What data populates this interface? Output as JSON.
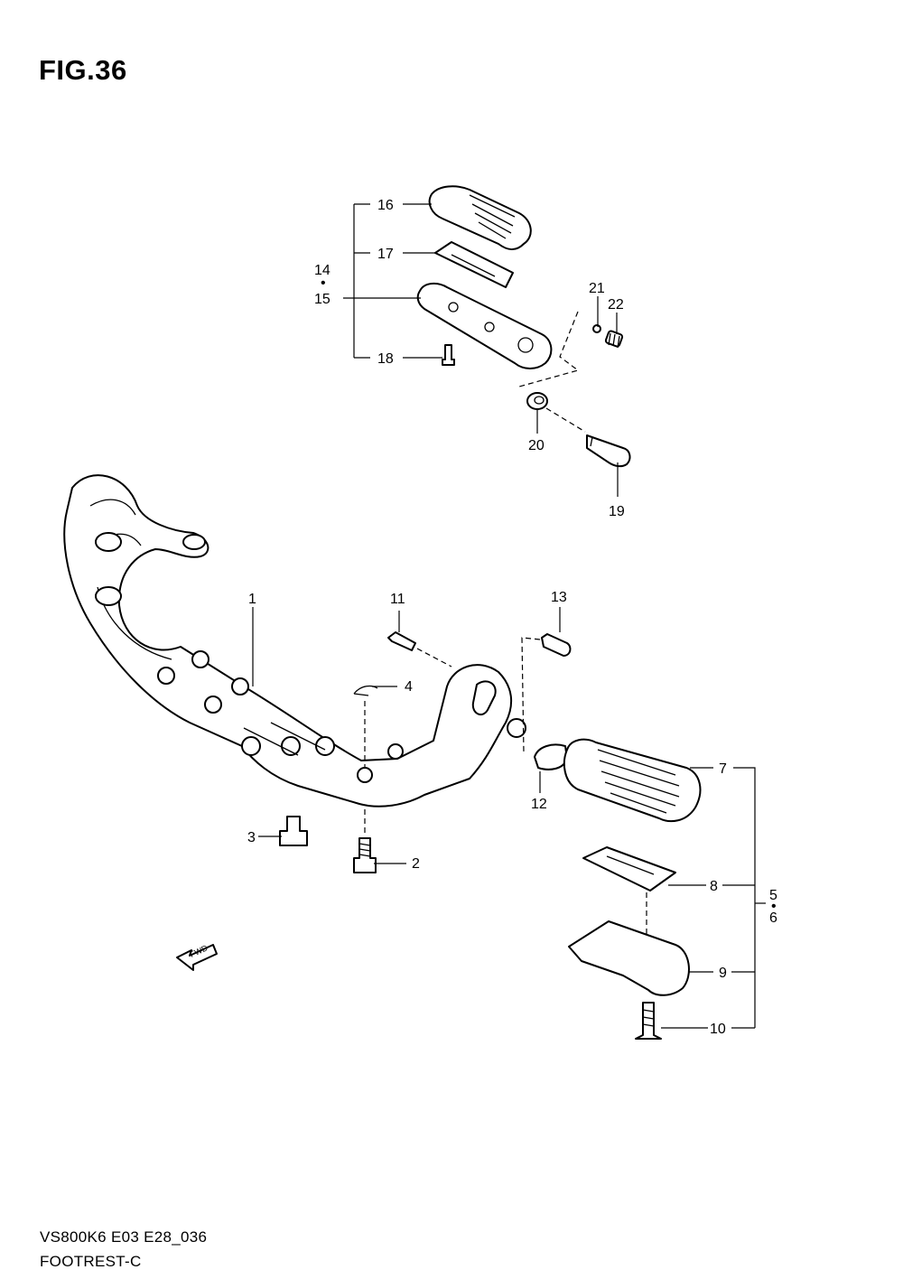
{
  "figure": {
    "title": "FIG.36",
    "model_code": "VS800K6 E03 E28_036",
    "name": "FOOTREST-C"
  },
  "callouts": {
    "c1": "1",
    "c2": "2",
    "c3": "3",
    "c4": "4",
    "c5": "5",
    "c6": "6",
    "c7": "7",
    "c8": "8",
    "c9": "9",
    "c10": "10",
    "c11": "11",
    "c12": "12",
    "c13": "13",
    "c14": "14",
    "c15": "15",
    "c16": "16",
    "c17": "17",
    "c18": "18",
    "c19": "19",
    "c20": "20",
    "c21": "21",
    "c22": "22"
  },
  "fwd_marker": {
    "label": "FWD"
  }
}
